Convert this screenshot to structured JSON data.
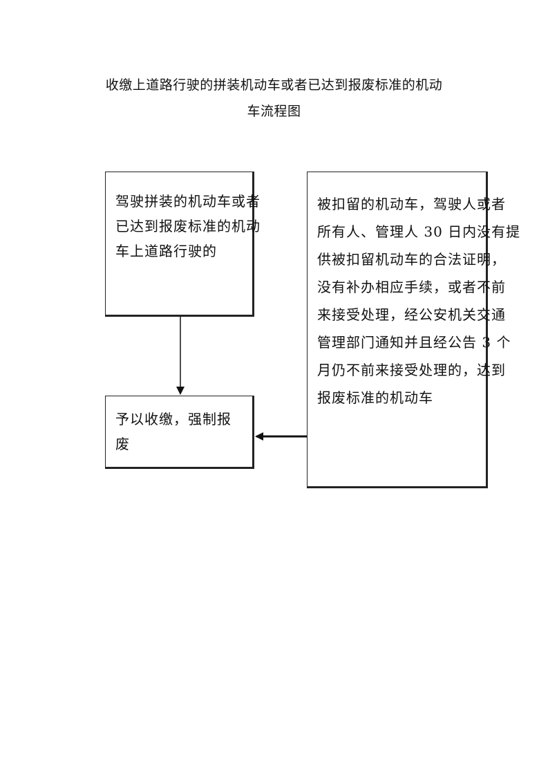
{
  "title": {
    "line1": "收缴上道路行驶的拼装机动车或者已达到报废标准的机动",
    "line2": "车流程图"
  },
  "nodes": {
    "condition_a": {
      "lines": [
        "驾驶拼装的机动车或者",
        "已达到报废标准的机动",
        "车上道路行驶的"
      ]
    },
    "action": {
      "text": "予以收缴，强制报废"
    },
    "condition_b": {
      "lines": [
        "被扣留的机动车，驾驶人或者",
        "所有人、管理人 30 日内没有提",
        "供被扣留机动车的合法证明，",
        "没有补办相应手续，或者不前",
        "来接受处理，经公安机关交通",
        "管理部门通知并且经公告 3 个",
        "月仍不前来接受处理的，达到",
        "报废标准的机动车"
      ]
    }
  },
  "edges": [
    {
      "from": "condition_a",
      "to": "action"
    },
    {
      "from": "condition_b",
      "to": "action"
    }
  ]
}
